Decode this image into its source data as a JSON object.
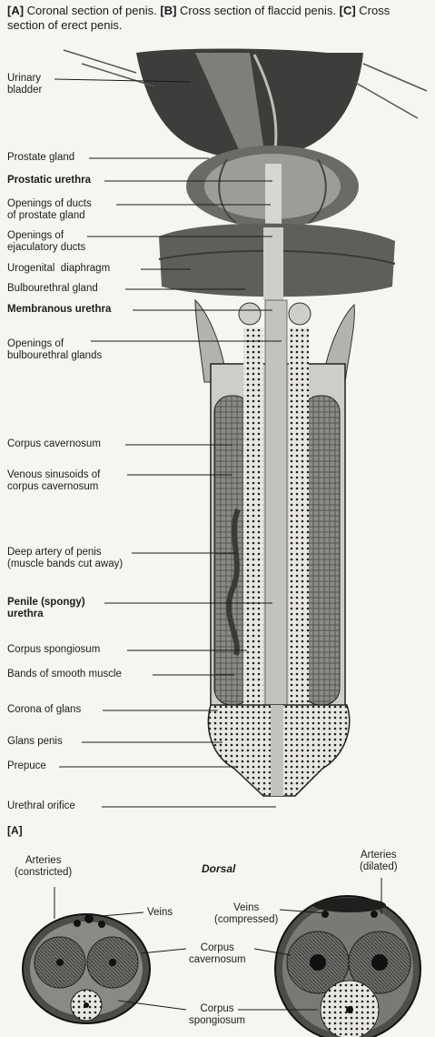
{
  "caption": {
    "a_tag": "[A]",
    "a_text": " Coronal section of penis. ",
    "b_tag": "[B]",
    "b_text": " Cross section of flaccid penis. ",
    "c_tag": "[C]",
    "c_text": " Cross section of erect penis."
  },
  "labels": {
    "urinary_bladder": "Urinary\nbladder",
    "prostate_gland": "Prostate gland",
    "prostatic_urethra": "Prostatic urethra",
    "openings_ducts_prostate": "Openings of ducts\nof prostate gland",
    "openings_ejaculatory": "Openings of\nejaculatory ducts",
    "urogenital_diaphragm": "Urogenital  diaphragm",
    "bulbourethral_gland": "Bulbourethral gland",
    "membranous_urethra": "Membranous urethra",
    "openings_bulbourethral": "Openings of\nbulbourethral glands",
    "corpus_cavernosum": "Corpus cavernosum",
    "venous_sinusoids": "Venous sinusoids of\ncorpus cavernosum",
    "deep_artery": "Deep artery of penis\n(muscle bands cut away)",
    "penile_urethra": "Penile (spongy)\nurethra",
    "corpus_spongiosum": "Corpus spongiosum",
    "bands_smooth_muscle": "Bands of smooth muscle",
    "corona_glans": "Corona of glans",
    "glans_penis": "Glans penis",
    "prepuce": "Prepuce",
    "urethral_orifice": "Urethral orifice"
  },
  "panel_a_tag": "[A]",
  "cross": {
    "arteries_constricted": "Arteries\n(constricted)",
    "dorsal": "Dorsal",
    "arteries_dilated": "Arteries\n(dilated)",
    "veins": "Veins",
    "veins_compressed": "Veins\n(compressed)",
    "corpus_cavernosum": "Corpus\ncavernosum",
    "corpus_spongiosum": "Corpus\nspongiosum"
  }
}
